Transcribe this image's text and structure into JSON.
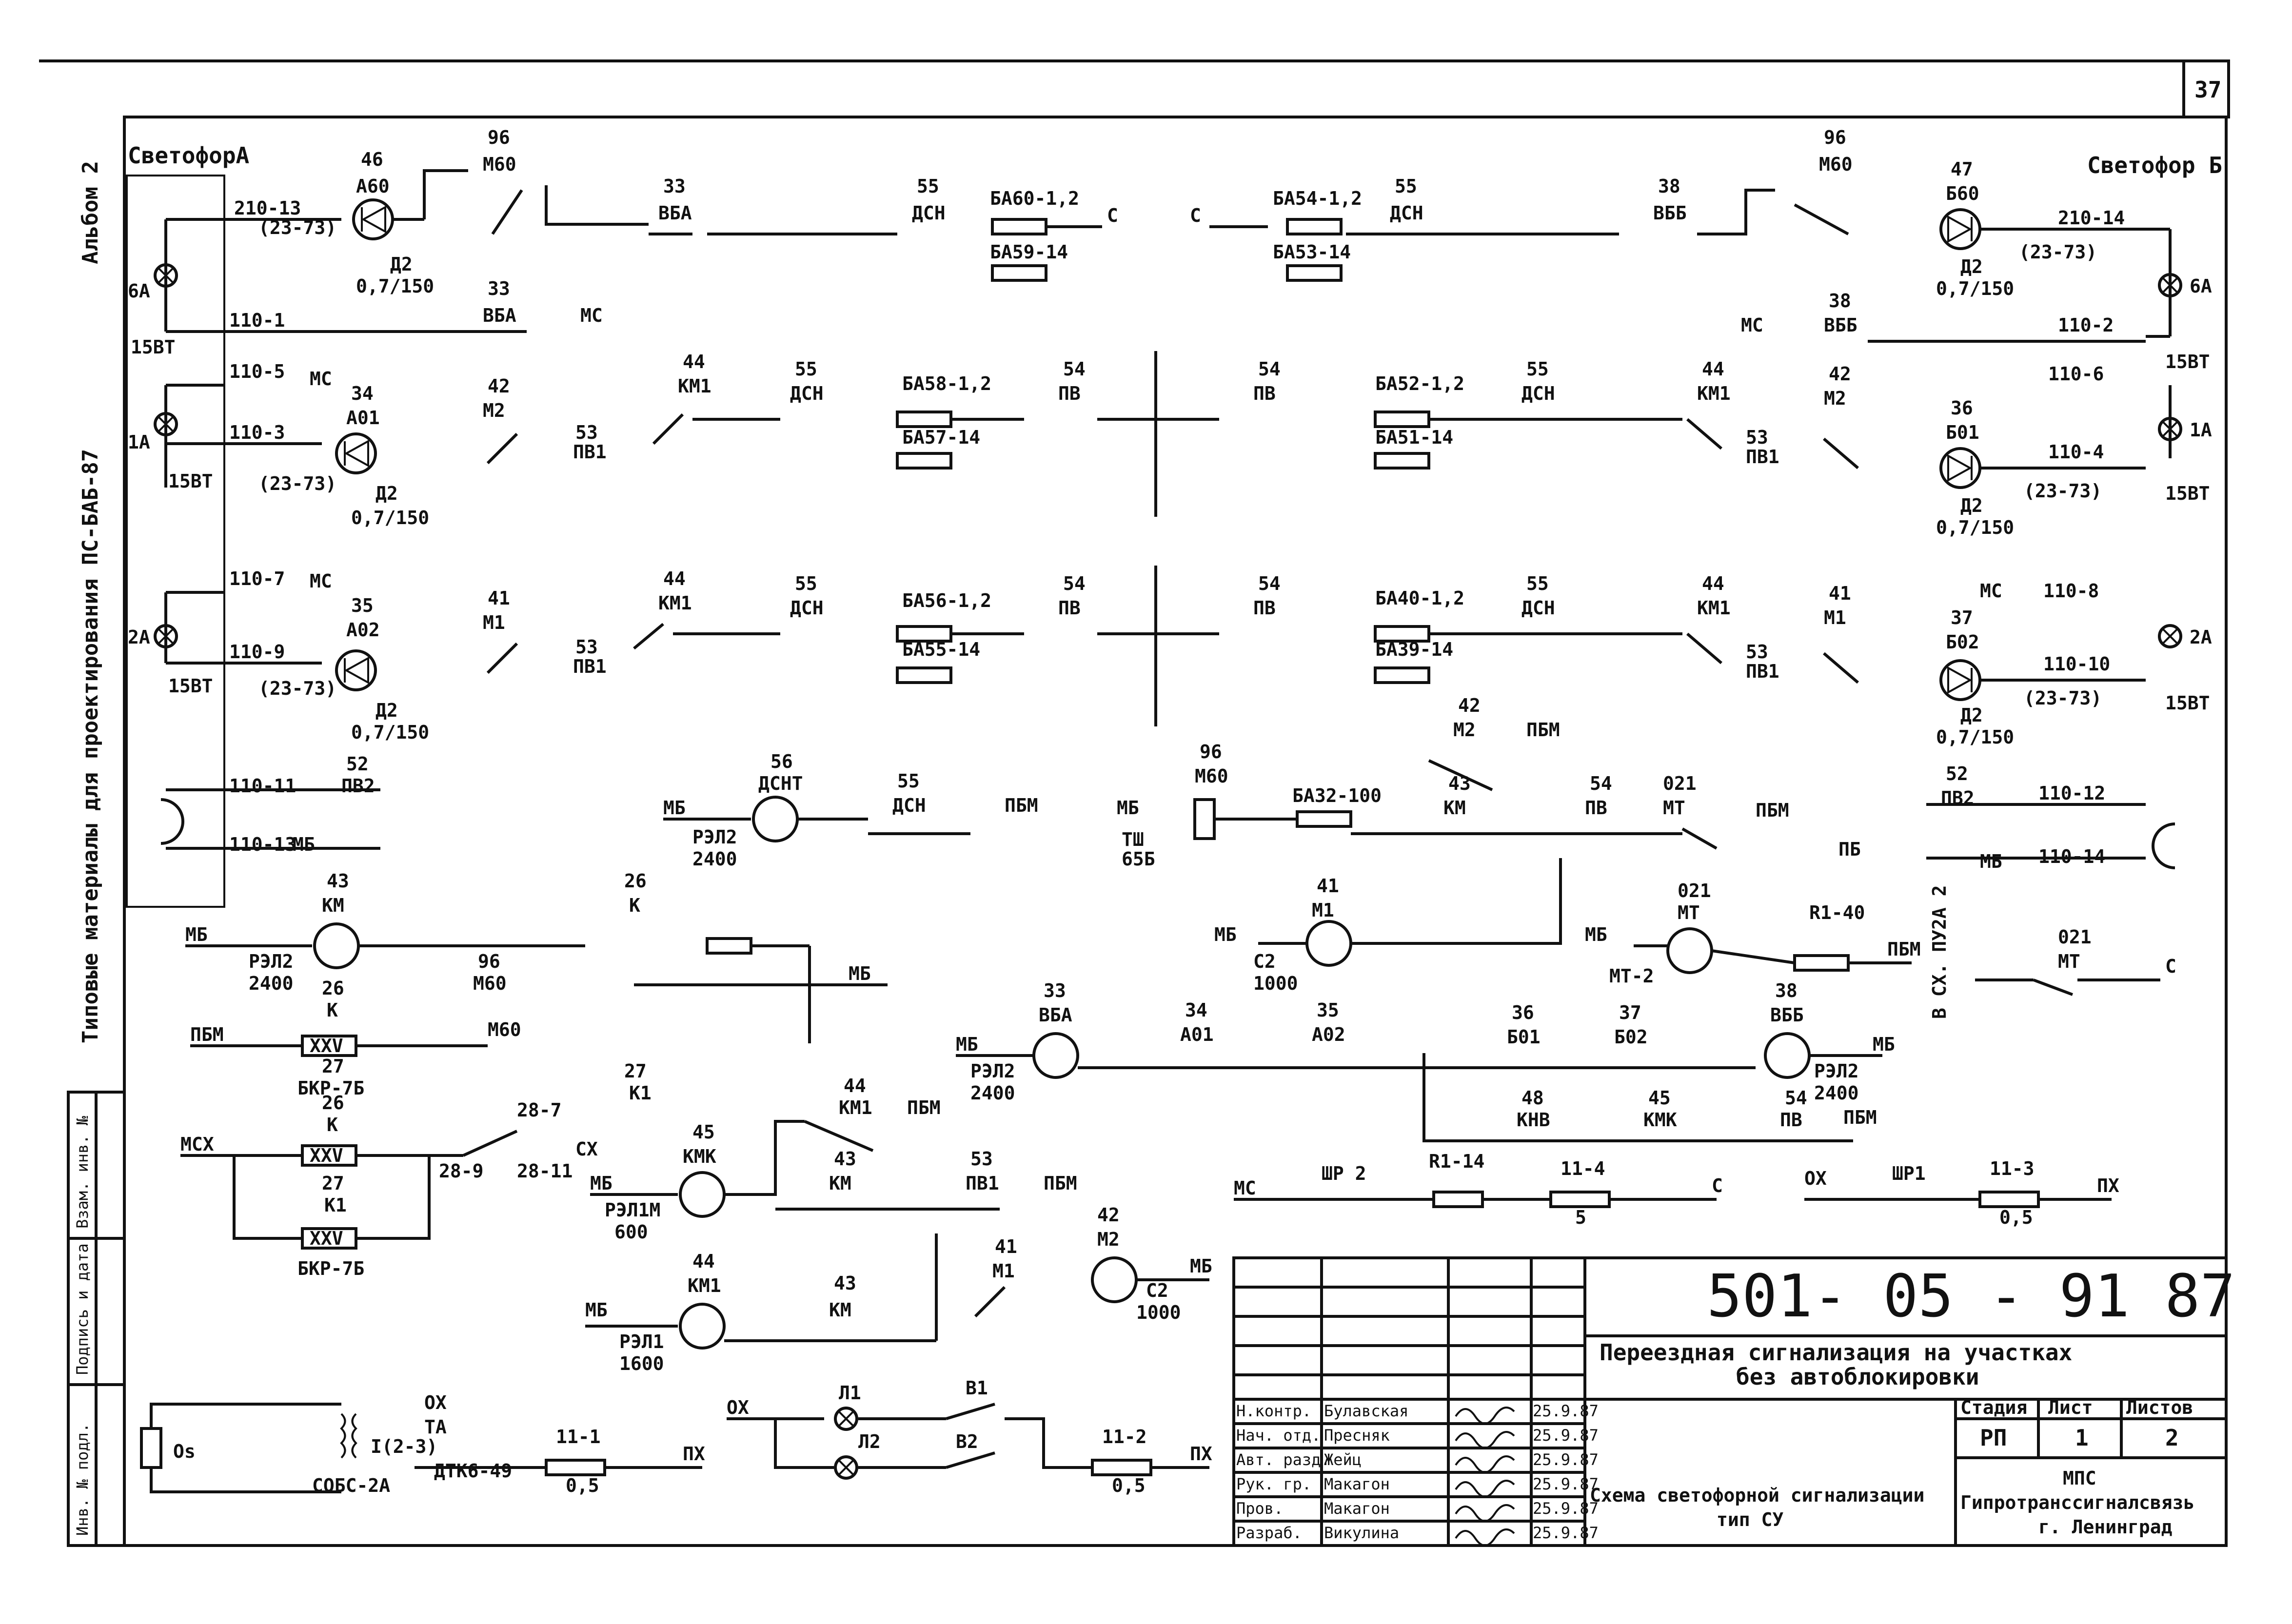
{
  "sheet": {
    "page_number": "37",
    "album": "Альбом 2",
    "series": "ПС-БАБ-87",
    "typical_materials": "Типовые материалы для проектирования"
  },
  "left_stamp": [
    "Взам. инв. №",
    "Подпись и дата",
    "Инв. № подл."
  ],
  "signals": {
    "signal_a": "СветофорА",
    "signal_b": "Светофор Б"
  },
  "lamps": {
    "la_6a": "6А",
    "la_1a": "1А",
    "la_2a": "2А",
    "lb_6a": "6А",
    "lb_1a": "1А",
    "lb_2a": "2А",
    "w15_1": "15ВТ",
    "w15_2": "15ВТ",
    "w15_3": "15ВТ",
    "w15_4": "15ВТ",
    "w15_5": "15ВТ",
    "w15_6": "15ВТ"
  },
  "diodes": {
    "a60": "А60",
    "a60_num": "46",
    "a01": "А01",
    "a01_num": "34",
    "a02": "А02",
    "a02_num": "35",
    "b60": "Б60",
    "b60_num": "47",
    "b01": "Б01",
    "b01_num": "36",
    "b02": "Б02",
    "b02_num": "37",
    "d_type": "Д2",
    "d_rating": "0,7/150"
  },
  "relays": {
    "m60": "М60",
    "m60_num": "96",
    "vba": "ВБА",
    "vba_num": "33",
    "vbb": "ВББ",
    "vbb_num": "38",
    "dsn": "ДСН",
    "dsn_num": "55",
    "km1": "КМ1",
    "km1_num": "44",
    "m1": "М1",
    "m1_num": "41",
    "m2": "М2",
    "m2_num": "42",
    "pv": "ПВ",
    "pv_num": "54",
    "pv1": "ПВ1",
    "pv1_num": "53",
    "pv2": "ПВ2",
    "pv2_num": "52",
    "km": "КМ",
    "km_num": "43",
    "kmk": "КМК",
    "kmk_num": "45",
    "dsnt": "ДСНТ",
    "dsnt_num": "56",
    "k": "К",
    "k_num": "26",
    "k1": "К1",
    "k1_num": "27",
    "mt": "МТ",
    "mt_num": "021",
    "knv": "КНВ",
    "knv_num": "48",
    "rel_type1": "РЭЛ2",
    "rel_res1": "2400",
    "rel_type2": "РЭЛ1М",
    "rel_res2": "600",
    "rel_type3": "РЭЛ1",
    "rel_res3": "1600",
    "c2": "С2",
    "c2_res": "1000",
    "tsh": "ТШ",
    "tsh_res": "65Б",
    "mt2": "МТ-2"
  },
  "resistors": {
    "ba60": "БА60-1,2",
    "ba59": "БА59-14",
    "ba54": "БА54-1,2",
    "ba53": "БА53-14",
    "ba58": "БА58-1,2",
    "ba57": "БА57-14",
    "ba52": "БА52-1,2",
    "ba51": "БА51-14",
    "ba56": "БА56-1,2",
    "ba55": "БА55-14",
    "ba40": "БА40-1,2",
    "ba39": "БА39-14",
    "ba32": "БА32-100",
    "r140": "R1-40",
    "r114": "R1-14",
    "f11_1": "11-1",
    "f11_2": "11-2",
    "f11_3": "11-3",
    "f11_4": "11-4",
    "f05": "0,5",
    "f5": "5"
  },
  "wires": {
    "mb": "МБ",
    "pbm": "ПБМ",
    "ms": "МС",
    "c": "С",
    "ox": "ОХ",
    "px": "ПХ",
    "pb": "ПБ",
    "msx": "МСХ",
    "sx": "СХ",
    "sh2": "ШР 2",
    "sh1": "ШР1",
    "w210_13": "210-13",
    "w210_14": "210-14",
    "w110_1": "110-1",
    "w110_2": "110-2",
    "w110_3": "110-3",
    "w110_4": "110-4",
    "w110_5": "110-5",
    "w110_6": "110-6",
    "w110_7": "110-7",
    "w110_8": "110-8",
    "w110_9": "110-9",
    "w110_10": "110-10",
    "w110_11": "110-11",
    "w110_12": "110-12",
    "w110_13": "110-13",
    "w110_14": "110-14",
    "r2373": "(23-73)",
    "bkr": "БКР-7Б",
    "xxv": "XXV",
    "n28_7": "28-7",
    "n28_9": "28-9",
    "n28_11": "28-11",
    "pu": "В СХ. ПУ2А 2",
    "os": "Os",
    "ta": "ТА",
    "sobs": "СОБС-2А",
    "dtk": "ДТК6-49",
    "transformer_pins": "I(2-3)",
    "l1": "Л1",
    "l2": "Л2",
    "v1": "В1",
    "v2": "В2"
  },
  "title_block": {
    "doc_code": "501- 05 - 91 87",
    "doc_title_1": "Переездная сигнализация на участках",
    "doc_title_2": "без автоблокировки",
    "sheet_name_1": "Схема светофорной сигнализации",
    "sheet_name_2": "тип СУ",
    "stage_label": "Стадия",
    "sheet_label": "Лист",
    "sheets_label": "Листов",
    "stage": "РП",
    "sheet": "1",
    "sheets": "2",
    "org_1": "МПС",
    "org_2": "Гипротранссигналсвязь",
    "org_3": "г. Ленинград",
    "roles": [
      {
        "role": "Н.контр.",
        "name": "Булавская",
        "date": "25.9.87"
      },
      {
        "role": "Нач. отд.",
        "name": "Пресняк",
        "date": "25.9.87"
      },
      {
        "role": "Авт. разд.",
        "name": "Жейц",
        "date": "25.9.87"
      },
      {
        "role": "Рук. гр.",
        "name": "Макагон",
        "date": "25.9.87"
      },
      {
        "role": "Пров.",
        "name": "Макагон",
        "date": "25.9.87"
      },
      {
        "role": "Разраб.",
        "name": "Викулина",
        "date": "25.9.87"
      }
    ]
  }
}
